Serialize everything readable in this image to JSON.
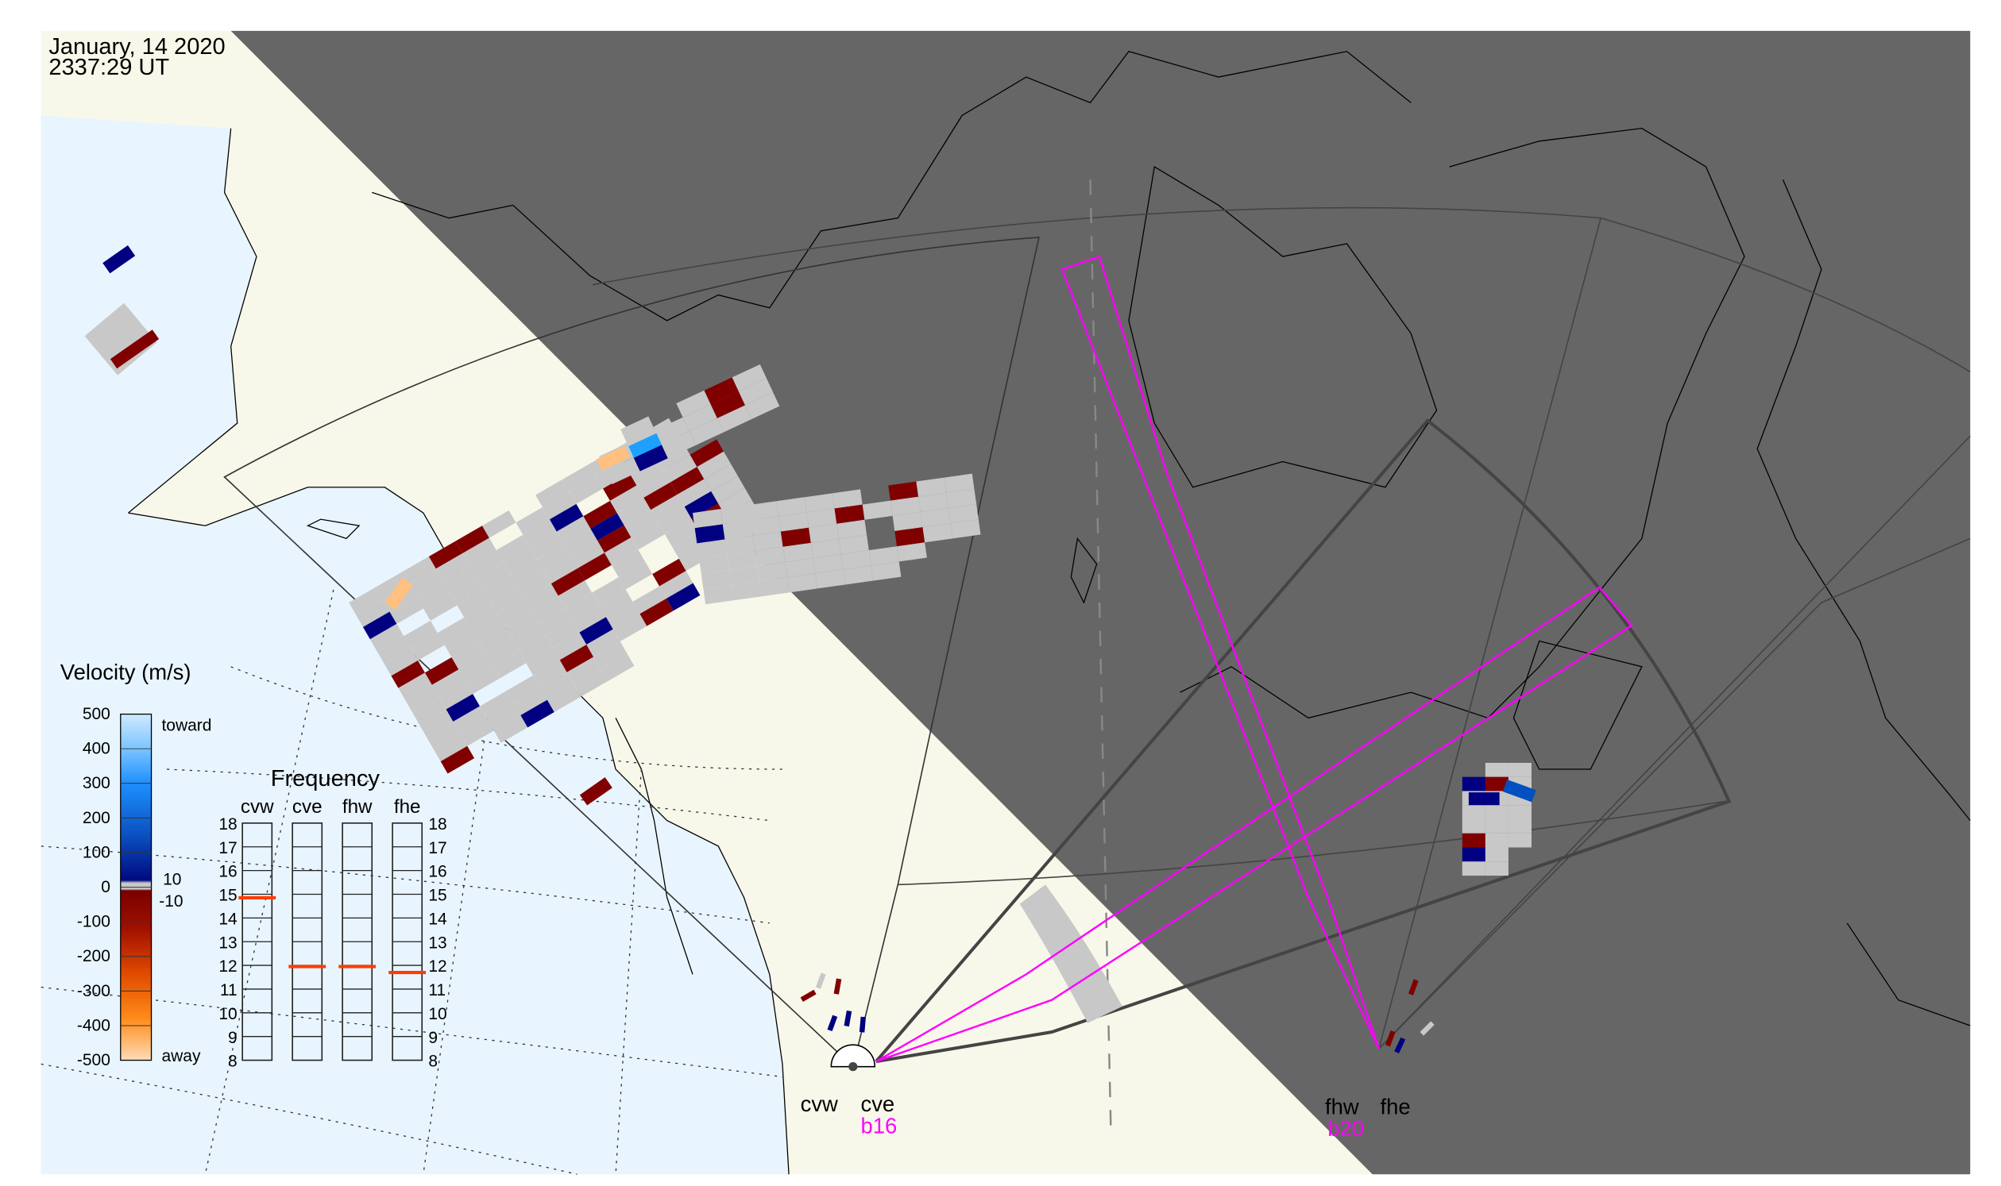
{
  "header": {
    "date": "January, 14 2020",
    "time": "2337:29 UT"
  },
  "legend": {
    "title": "Velocity (m/s)",
    "ticks": [
      "500",
      "400",
      "300",
      "200",
      "100",
      "0",
      "-100",
      "-200",
      "-300",
      "-400",
      "-500"
    ],
    "toward_label": "toward",
    "away_label": "away",
    "gray_band_labels": [
      "10",
      "-10"
    ],
    "colors": {
      "toward_light": "#cfeaff",
      "toward_mid": "#1e90ff",
      "toward_dark": "#000080",
      "gray": "#c8c8c8",
      "away_dark": "#800000",
      "away_mid": "#ff6a00",
      "away_light": "#ffd8b0"
    }
  },
  "frequency": {
    "title": "Frequency",
    "radars": [
      {
        "name": "cvw",
        "freq_mhz": 14.85
      },
      {
        "name": "cve",
        "freq_mhz": 11.95
      },
      {
        "name": "fhw",
        "freq_mhz": 11.95
      },
      {
        "name": "fhe",
        "freq_mhz": 11.7
      }
    ],
    "ticks": [
      "18",
      "17",
      "16",
      "15",
      "14",
      "13",
      "12",
      "11",
      "10",
      "9",
      "8"
    ],
    "range_mhz": [
      8,
      18
    ],
    "marker_color": "#ff3c00"
  },
  "sites": {
    "christmas_valley": {
      "labels": [
        "cvw",
        "cve"
      ],
      "beam": "b16"
    },
    "fort_hays": {
      "labels": [
        "fhw",
        "fhe"
      ],
      "beam": "b20"
    }
  },
  "colors": {
    "ocean": "#e8f5fe",
    "land": "#f8f8ea",
    "night": "#666666",
    "beam": "#ff00ff",
    "scatter_gray": "#c8c8c8",
    "red": "#800000",
    "navy": "#000080"
  }
}
